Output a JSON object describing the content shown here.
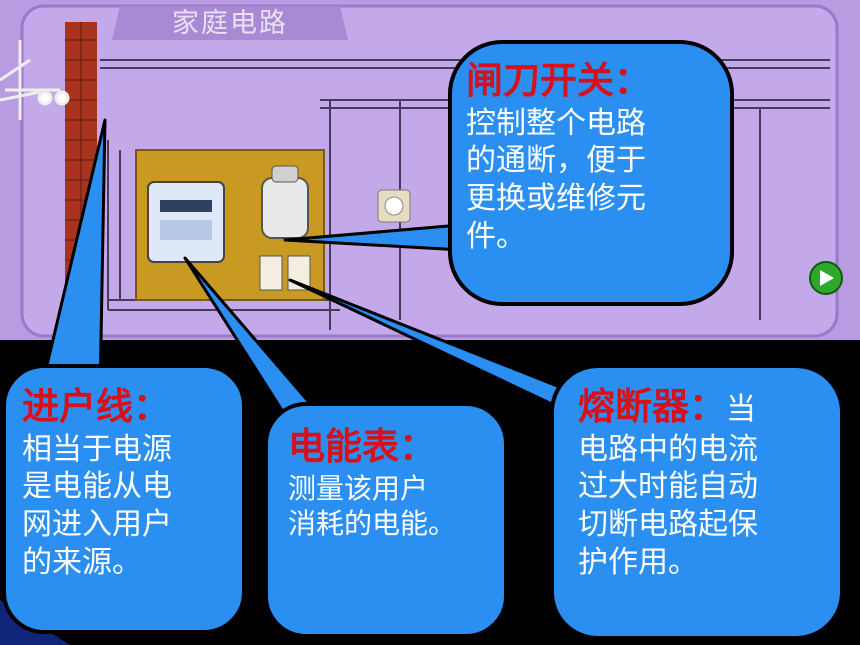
{
  "diagram_title": "家庭电路",
  "controls": {
    "next_icon": "green-circle-next-icon"
  },
  "callouts": {
    "knife_switch": {
      "title": "闸刀开关：",
      "body": [
        "控制整个电路",
        "的通断，便于",
        "更换或维修元",
        "件。"
      ]
    },
    "service_line": {
      "title": "进户线：",
      "body": [
        "相当于电源",
        "是电能从电",
        "网进入用户",
        "的来源。"
      ]
    },
    "electric_meter": {
      "title": "电能表：",
      "body": [
        "测量该用户",
        "消耗的电能。"
      ]
    },
    "fuse": {
      "title": "熔断器：",
      "title_suffix": "当",
      "body": [
        "电路中的电流",
        "过大时能自动",
        "切断电路起保",
        "护作用。"
      ]
    }
  },
  "colors": {
    "panel": "#b89be0",
    "bubble_fill": "#2a8ff0",
    "bubble_border": "#000000",
    "title_red": "#d8101a",
    "body_white": "#ffffff",
    "board_yellow": "#c89a22",
    "brick_red": "#a8331e"
  }
}
